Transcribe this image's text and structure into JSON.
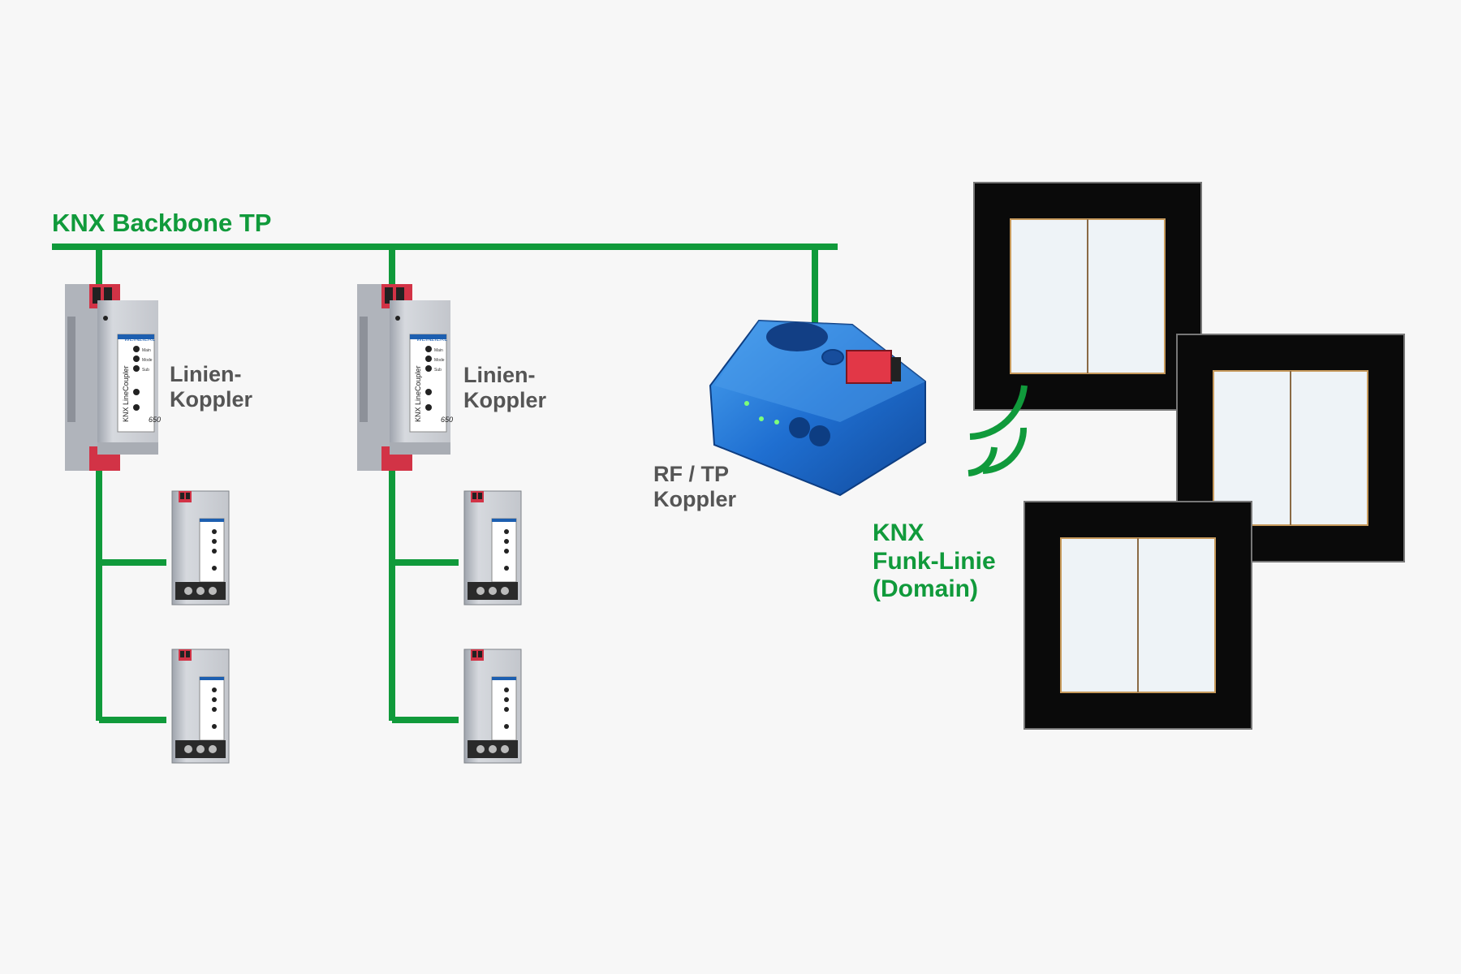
{
  "colors": {
    "bus_green": "#109a3b",
    "label_gray": "#555555",
    "rf_blue": "#1f6fd1",
    "frame_black": "#0a0a0a",
    "rocker_white": "#f2f6fa"
  },
  "backbone": {
    "label": "KNX Backbone TP"
  },
  "line_couplers": [
    {
      "label_line1": "Linien-",
      "label_line2": "Koppler",
      "device_brand": "WEINZIERL",
      "device_name": "KNX LineCoupler",
      "device_model": "650",
      "led_labels": [
        "Main",
        "Mode",
        "Sub"
      ]
    },
    {
      "label_line1": "Linien-",
      "label_line2": "Koppler",
      "device_brand": "WEINZIERL",
      "device_name": "KNX LineCoupler",
      "device_model": "650",
      "led_labels": [
        "Main",
        "Mode",
        "Sub"
      ]
    }
  ],
  "rf_coupler": {
    "label_line1": "RF / TP",
    "label_line2": "Koppler"
  },
  "rf_line": {
    "label_line1": "KNX",
    "label_line2": "Funk-Linie",
    "label_line3": "(Domain)"
  },
  "icons": {
    "devices": "din-rail-device-icon",
    "rf": "rf-coupler-icon",
    "wireless": "wireless-signal-icon",
    "switches": "push-button-switch-icon"
  }
}
